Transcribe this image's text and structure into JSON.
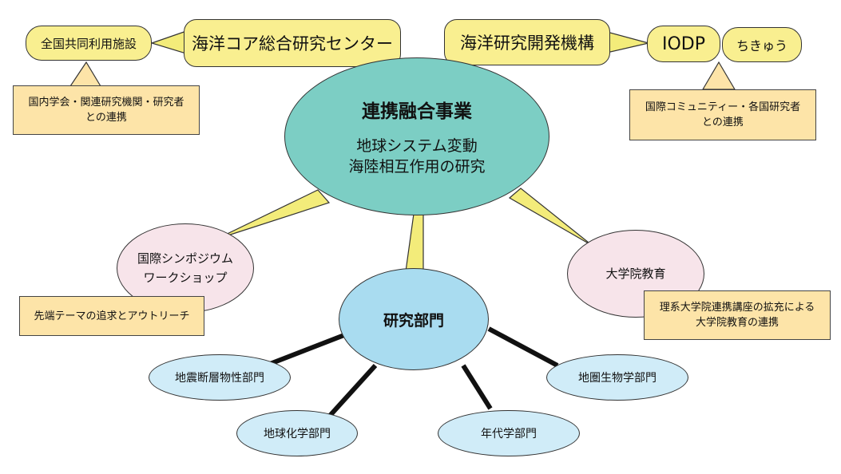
{
  "center": {
    "title": "連携融合事業",
    "subtitle": "地球システム変動\n海陸相互作用の研究",
    "color": "#7ccec4"
  },
  "top_left": {
    "facility": "全国共同利用施設",
    "center_name": "海洋コア総合研究センター",
    "note": "国内学会・関連研究機関・研究者\nとの連携"
  },
  "top_right": {
    "agency": "海洋研究開発機構",
    "iodp": "IODP",
    "chikyu": "ちきゅう",
    "note": "国際コミュニティー・各国研究者\nとの連携"
  },
  "symposium": {
    "label": "国際シンポジウム\nワークショップ",
    "note": "先端テーマの追求とアウトリーチ"
  },
  "graduate": {
    "label": "大学院教育",
    "note": "理系大学院連携講座の拡充による\n大学院教育の連携"
  },
  "research": {
    "label": "研究部門",
    "departments": [
      "地震断層物性部門",
      "地球化学部門",
      "年代学部門",
      "地圏生物学部門"
    ]
  },
  "colors": {
    "pill": "#f9ef90",
    "note": "#fde4a8",
    "pink": "#f7e4ea",
    "dept": "#d0ecf8",
    "research": "#a9dcf0",
    "connector": "#f3ec7a"
  }
}
